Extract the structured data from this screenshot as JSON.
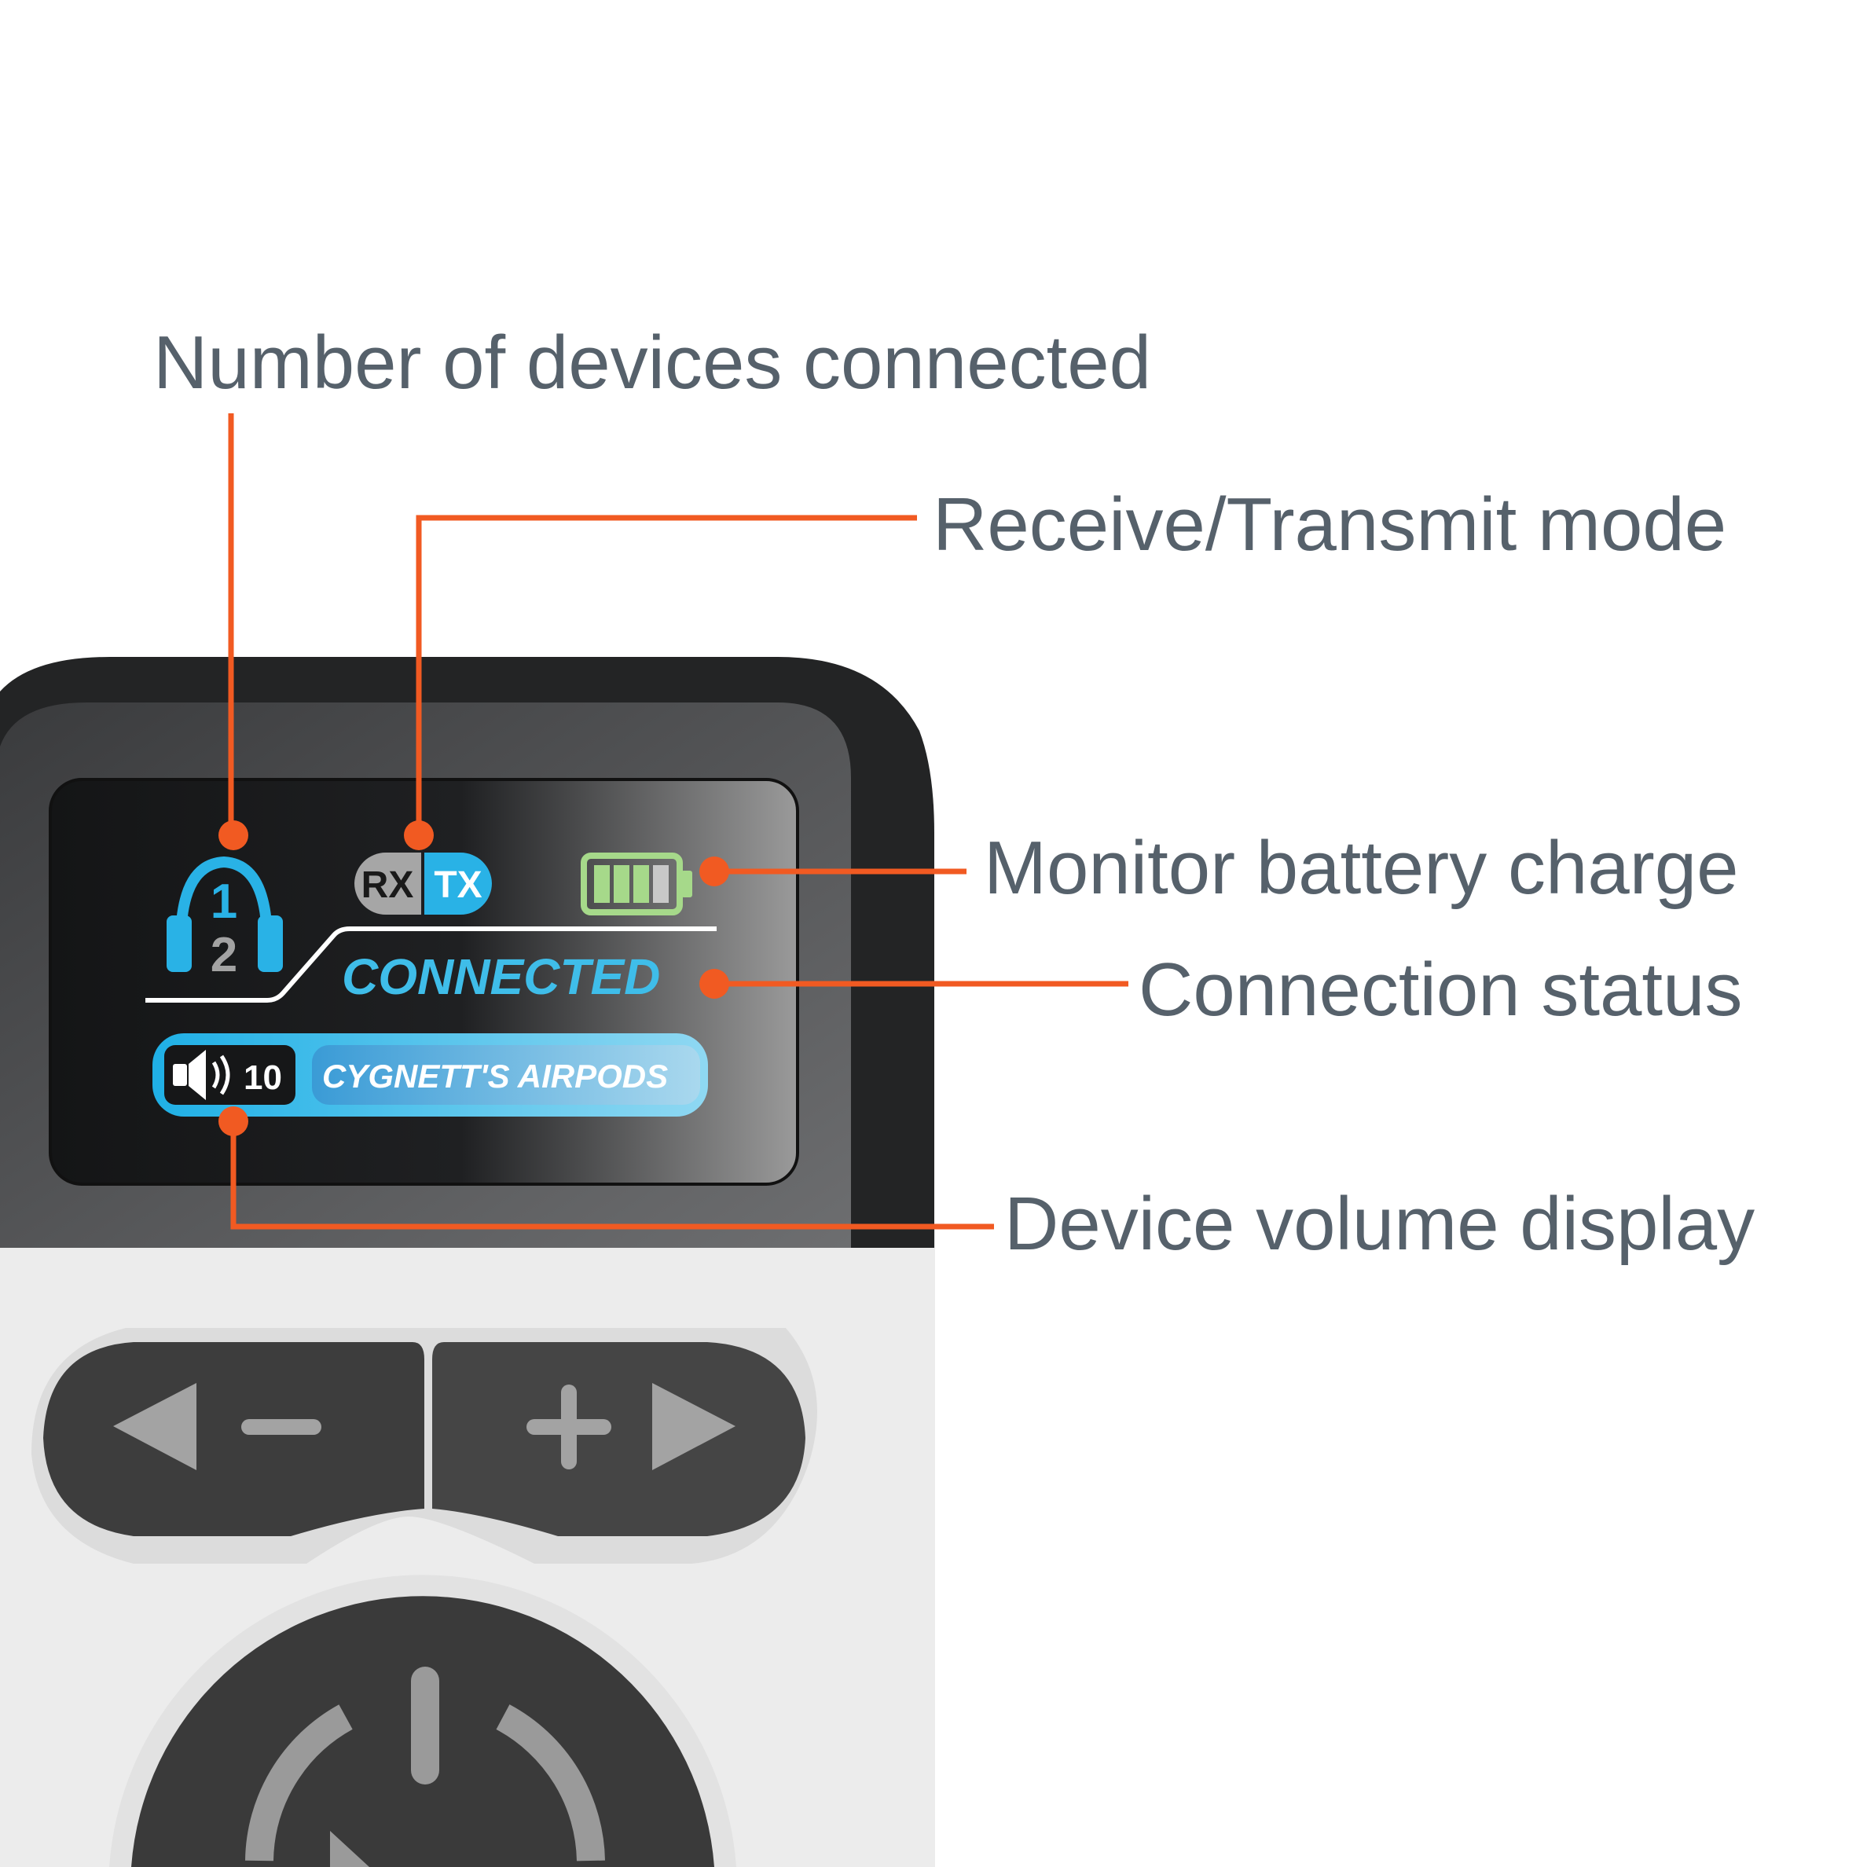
{
  "callouts": {
    "devices_connected": "Number of devices connected",
    "rx_tx_mode": "Receive/Transmit mode",
    "battery": "Monitor battery charge",
    "connection_status": "Connection status",
    "volume_display": "Device volume display"
  },
  "screen": {
    "device_count_1": "1",
    "device_count_2": "2",
    "rx_label": "RX",
    "tx_label": "TX",
    "active_mode": "TX",
    "battery_level": 0.75,
    "status": "CONNECTED",
    "volume": "10",
    "device_name": "CYGNETT'S AIRPODS"
  },
  "colors": {
    "callout": "#f15a22",
    "accent_blue": "#29b2e6",
    "battery_green": "#a6d98a",
    "label_text": "#56616b"
  }
}
